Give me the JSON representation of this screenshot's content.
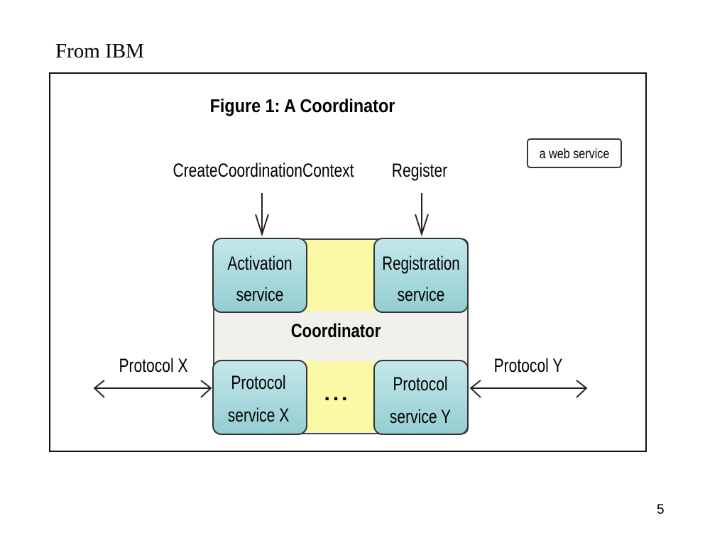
{
  "slide": {
    "heading": "From IBM",
    "page_number": "5"
  },
  "figure": {
    "title": "Figure 1: A Coordinator",
    "legend_label": "a web service",
    "operations": {
      "create": "CreateCoordinationContext",
      "register": "Register"
    },
    "coordinator_label": "Coordinator",
    "services": {
      "activation": [
        "Activation",
        "service"
      ],
      "registration": [
        "Registration",
        "service"
      ],
      "protocol_x": [
        "Protocol",
        "service X"
      ],
      "protocol_y": [
        "Protocol",
        "service Y"
      ]
    },
    "ellipsis": "...",
    "protocols": {
      "left": "Protocol X",
      "right": "Protocol Y"
    }
  },
  "colors": {
    "service_fill": "#a9d9dc",
    "coordinator_fill": "#f1f0ea",
    "band_fill": "#fbf9a6",
    "outline": "#333333"
  }
}
